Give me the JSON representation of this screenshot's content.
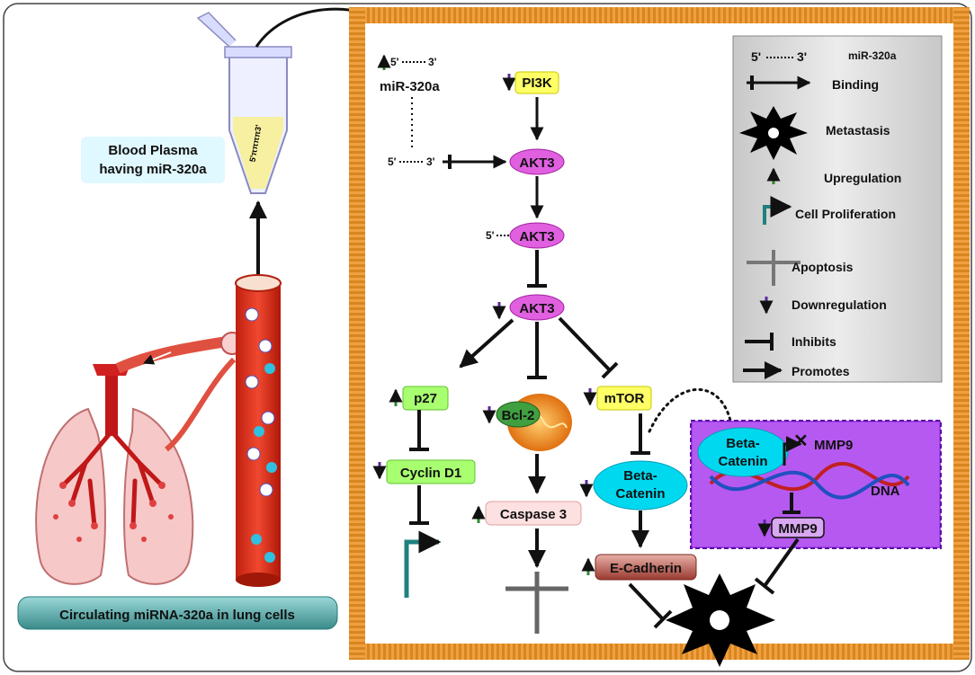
{
  "left_panel": {
    "plasma_label_line1": "Blood Plasma",
    "plasma_label_line2": "having miR-320a",
    "circulating_label": "Circulating miRNA-320a in lung cells",
    "tube_text": "5'ππππ3'"
  },
  "pathway": {
    "mir_top": {
      "five": "5'",
      "three": "3'",
      "label": "miR-320a"
    },
    "mir_bind": {
      "five": "5'",
      "three": "3'"
    },
    "pi3k": "PI3K",
    "akt3_1": "AKT3",
    "akt3_2_prefix": "5'",
    "akt3_2": "AKT3",
    "akt3_3": "AKT3",
    "p27": "p27",
    "bcl2": "Bcl-2",
    "mtor": "mTOR",
    "cyclin": "Cyclin D1",
    "caspase": "Caspase 3",
    "beta_line1": "Beta-",
    "beta_line2": "Catenin",
    "ecad": "E-Cadherin",
    "nucleus_beta_line1": "Beta-",
    "nucleus_beta_line2": "Catenin",
    "nucleus_mmp9_gene": "MMP9",
    "nucleus_dna": "DNA",
    "nucleus_mmp9": "MMP9"
  },
  "legend": {
    "mir_five": "5'",
    "mir_three": "3'",
    "mir": "miR-320a",
    "binding": "Binding",
    "metastasis": "Metastasis",
    "up": "Upregulation",
    "prolif": "Cell Proliferation",
    "apoptosis": "Apoptosis",
    "down": "Downregulation",
    "inhibits": "Inhibits",
    "promotes": "Promotes"
  },
  "colors": {
    "frame": "#f0a040",
    "akt": "#e060e0",
    "pi3k": "#ffff66",
    "green_box": "#a8ff70",
    "cyan": "#00d8f0",
    "nucleus": "#a040f0",
    "up_arrow": "#2e8b2e",
    "down_arrow": "#5a2a9a",
    "legend_bg": "#d4d4d4"
  }
}
